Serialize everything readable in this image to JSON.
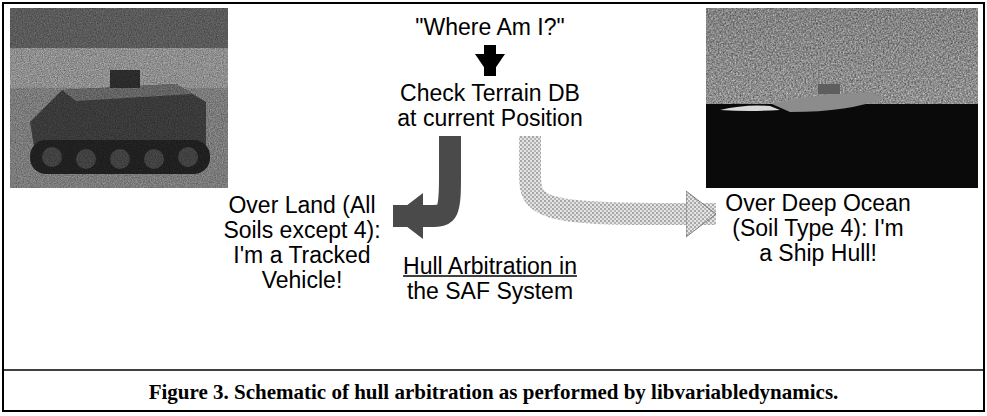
{
  "diagram": {
    "caption": "Figure 3. Schematic of hull arbitration as performed by libvariabledynamics.",
    "nodes": [
      {
        "text": [
          "\"Where Am I?\""
        ]
      },
      {
        "text": [
          "Check Terrain DB at current Position"
        ]
      },
      {
        "text": [
          "Over Land (All Soils except 4): I'm a Tracked Vehicle!"
        ]
      },
      {
        "text": [
          "Over Deep Ocean (Soil Type 4): I'm a Ship Hull!"
        ]
      }
    ],
    "edges": [
      {
        "from": 0,
        "to": 1,
        "arrow": "to"
      },
      {
        "from": 1,
        "to": 2,
        "arrow": "to"
      },
      {
        "from": 1,
        "to": 3,
        "arrow": "to"
      }
    ],
    "labels": [
      "Hull Arbitration in the SAF System"
    ]
  }
}
